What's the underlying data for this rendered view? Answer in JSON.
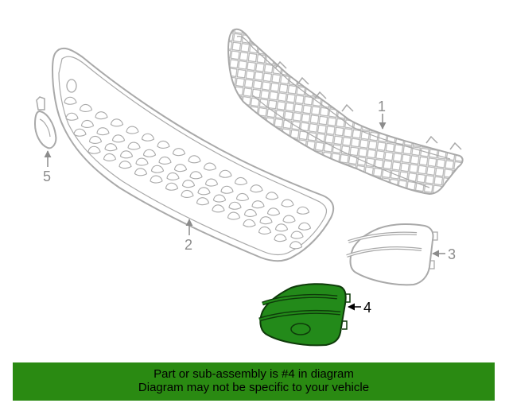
{
  "colors": {
    "highlight": "#238a1a",
    "highlight_stroke": "#0e3a0a",
    "outline": "#a9a9a9",
    "callout": "#8c8c8c",
    "banner_bg": "#2a8a12"
  },
  "callouts": {
    "part1": "1",
    "part2": "2",
    "part3": "3",
    "part4": "4",
    "part5": "5"
  },
  "highlighted_part": "4",
  "banner": {
    "line1": "Part or sub-assembly is #4 in diagram",
    "line2": "Diagram may not be specific to your vehicle"
  }
}
